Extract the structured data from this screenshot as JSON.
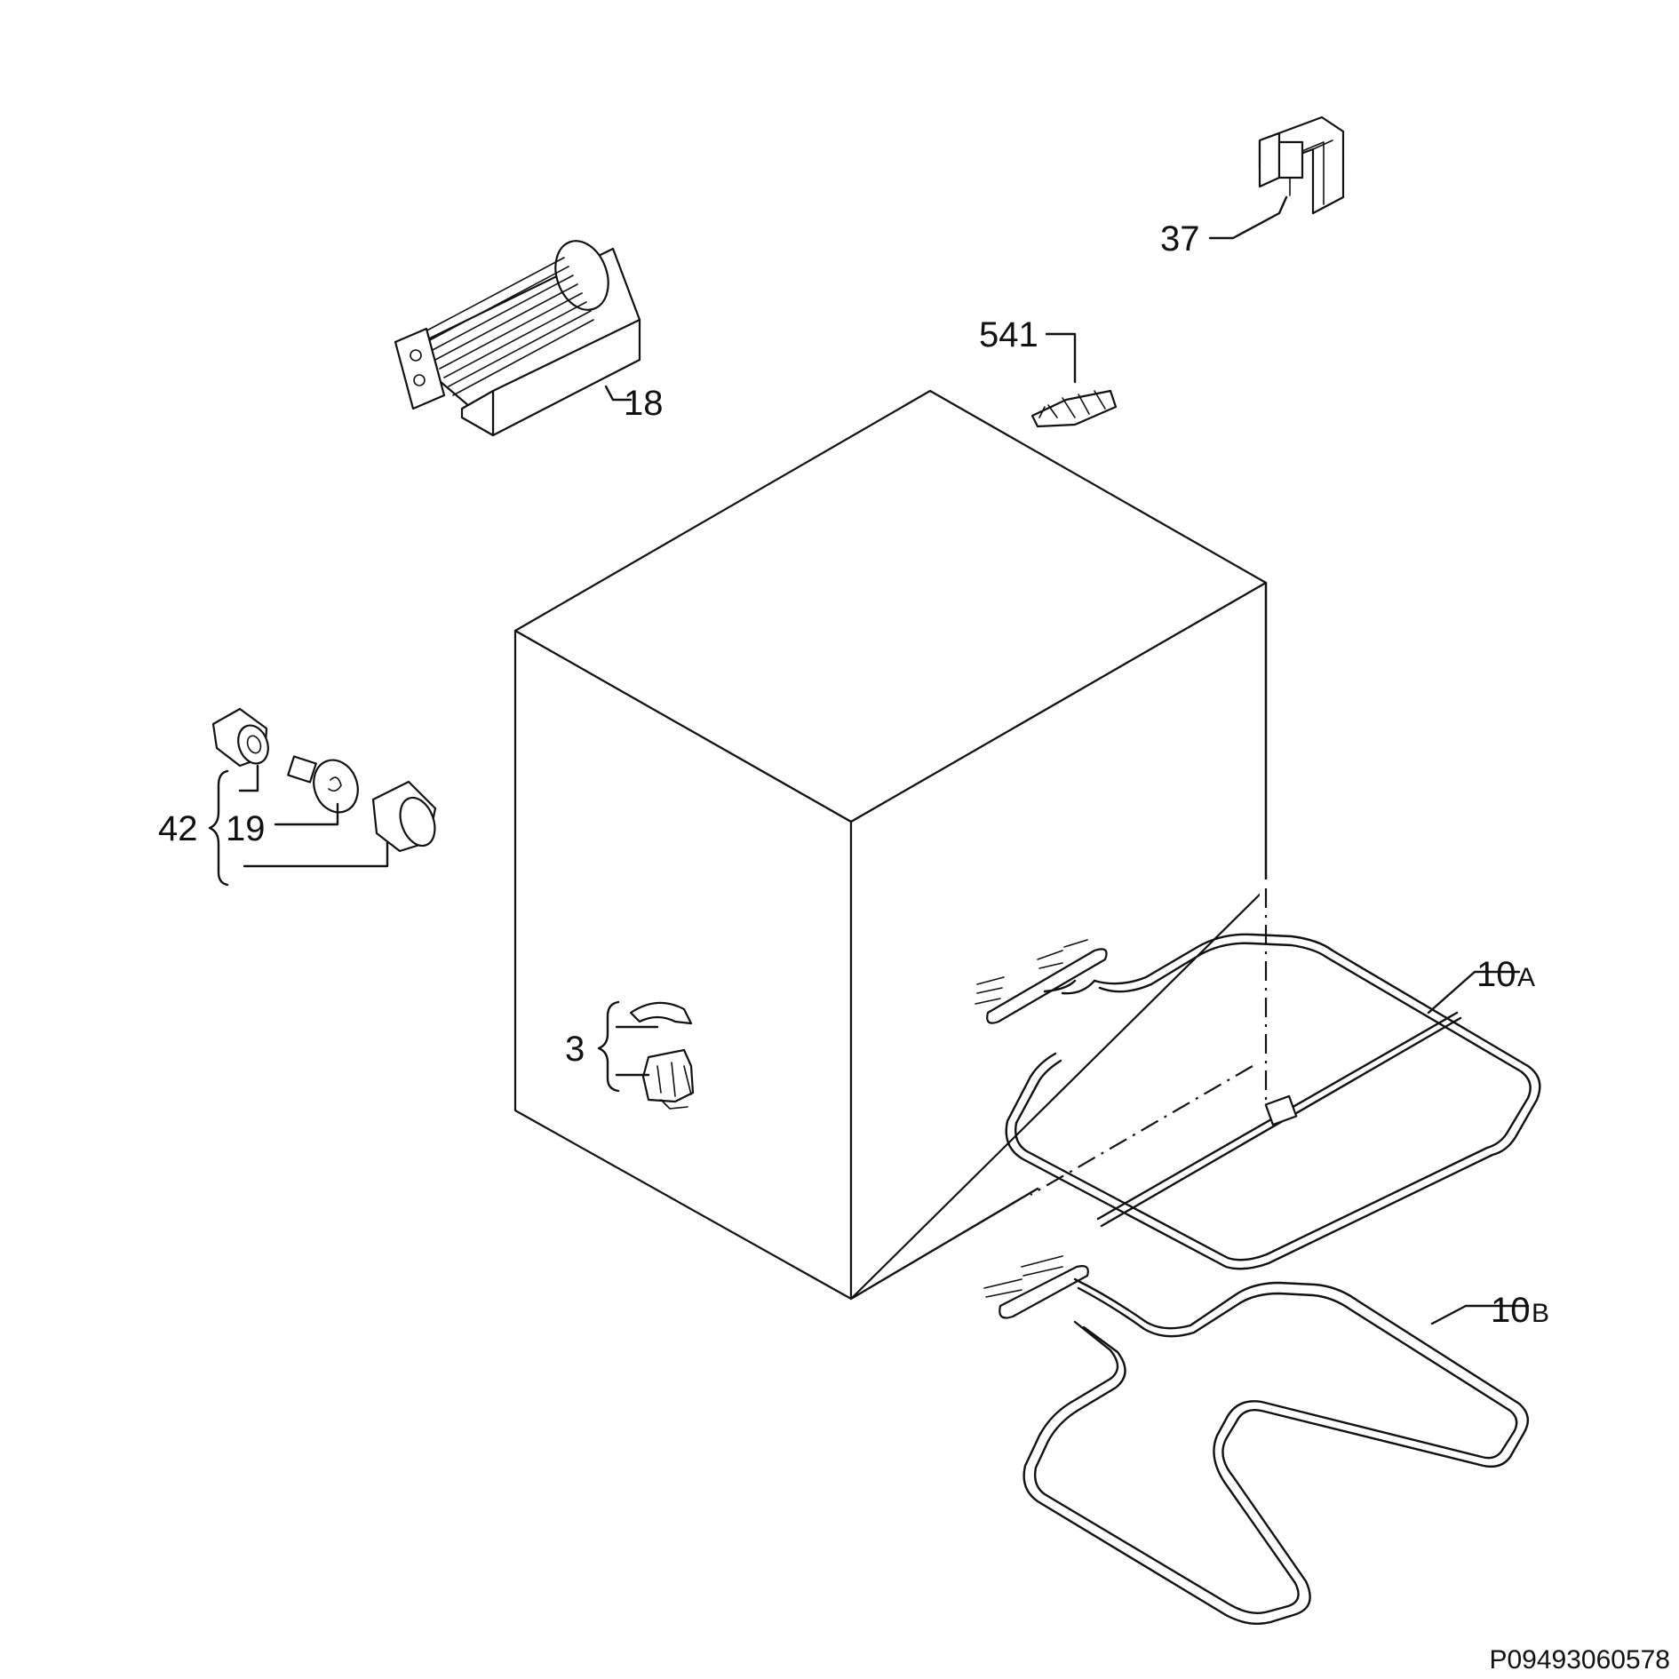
{
  "callouts": {
    "fan": "18",
    "fan_suffix": "",
    "clip_top": "37",
    "clip_mid": "541",
    "lamp_group": "42",
    "lamp_bulb": "19",
    "thermostat": "3",
    "heater_top_num": "10",
    "heater_top_suffix": "A",
    "heater_bottom_num": "10",
    "heater_bottom_suffix": "B"
  },
  "drawing_code": "P09493060578"
}
